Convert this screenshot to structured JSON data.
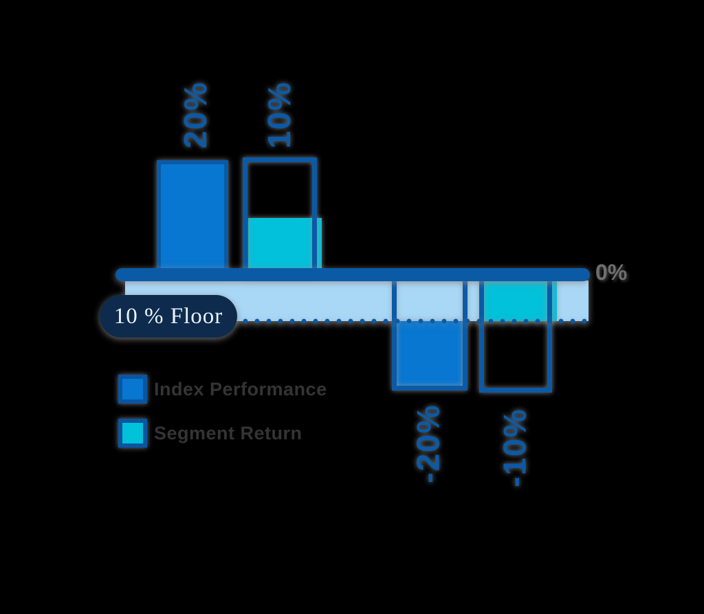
{
  "background_color": "#000000",
  "colors": {
    "navy_outline": "#0B5AA6",
    "index_bar_fill": "#0877D1",
    "segment_bar_fill": "#02C1DA",
    "floor_band": "#A9D8F7",
    "pill_background": "#0E2B4D",
    "pill_text": "#EAF2FA",
    "zero_label_gray": "#6F6F6F",
    "legend_text": "#343434"
  },
  "axis": {
    "zero_label": "0%"
  },
  "floor": {
    "pill_label": "10 % Floor",
    "value_pct": -10
  },
  "chart_data": {
    "type": "bar",
    "title": "",
    "ylabel": "",
    "xlabel": "",
    "ylim": [
      -20,
      20
    ],
    "baseline": 0,
    "cap_value_pct": 10,
    "floor_value_pct": -10,
    "grid": false,
    "legend_position": "bottom-left",
    "bars": [
      {
        "label": "20%",
        "value": 20,
        "series": "Index Performance",
        "fill": "blue",
        "outline_extent": 20
      },
      {
        "label": "10%",
        "value": 10,
        "series": "Segment Return",
        "fill": "cyan",
        "outline_extent": 20
      },
      {
        "label": "-20%",
        "value": -20,
        "series": "Index Performance",
        "fill": "blue",
        "outline_extent": -20
      },
      {
        "label": "-10%",
        "value": -10,
        "series": "Segment Return",
        "fill": "cyan",
        "outline_extent": -20
      }
    ],
    "annotations": [
      "10 % Floor",
      "0%"
    ]
  },
  "legend": {
    "items": [
      {
        "label": "Index Performance",
        "swatch_color": "#0877D1"
      },
      {
        "label": "Segment Return",
        "swatch_color": "#02C1DA"
      }
    ]
  }
}
